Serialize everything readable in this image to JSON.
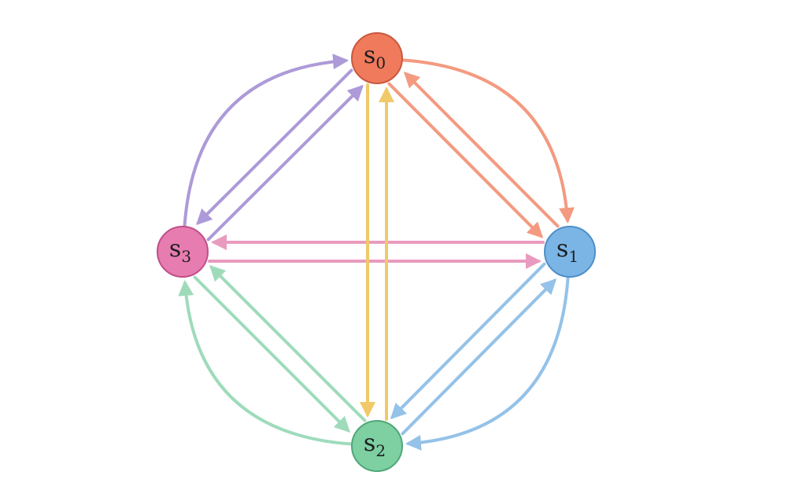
{
  "nodes": [
    {
      "id": "s0",
      "name": "s",
      "sub": "0",
      "fill": "#f07a5c",
      "stroke": "#c9583e"
    },
    {
      "id": "s1",
      "name": "s",
      "sub": "1",
      "fill": "#7ab5e6",
      "stroke": "#4f8fc8"
    },
    {
      "id": "s2",
      "name": "s",
      "sub": "2",
      "fill": "#7ecfa2",
      "stroke": "#4fa878"
    },
    {
      "id": "s3",
      "name": "s",
      "sub": "3",
      "fill": "#e77cb0",
      "stroke": "#bf4f88"
    }
  ],
  "edges": [
    {
      "from": "s0",
      "to": "s1",
      "kind": "curve",
      "color": "#f39a80"
    },
    {
      "from": "s0",
      "to": "s1",
      "kind": "straight",
      "color": "#f39a80"
    },
    {
      "from": "s1",
      "to": "s0",
      "kind": "straight",
      "color": "#f39a80"
    },
    {
      "from": "s1",
      "to": "s3",
      "kind": "straight",
      "color": "#e99bbf"
    },
    {
      "from": "s3",
      "to": "s1",
      "kind": "straight",
      "color": "#e99bbf"
    },
    {
      "from": "s1",
      "to": "s2",
      "kind": "curve",
      "color": "#94c2e8"
    },
    {
      "from": "s1",
      "to": "s2",
      "kind": "straight",
      "color": "#94c2e8"
    },
    {
      "from": "s2",
      "to": "s1",
      "kind": "straight",
      "color": "#94c2e8"
    },
    {
      "from": "s2",
      "to": "s3",
      "kind": "curve",
      "color": "#9fdbbb"
    },
    {
      "from": "s2",
      "to": "s3",
      "kind": "straight",
      "color": "#9fdbbb"
    },
    {
      "from": "s3",
      "to": "s2",
      "kind": "straight",
      "color": "#9fdbbb"
    },
    {
      "from": "s3",
      "to": "s0",
      "kind": "curve",
      "color": "#ad9ad8"
    },
    {
      "from": "s3",
      "to": "s0",
      "kind": "straight",
      "color": "#ad9ad8"
    },
    {
      "from": "s0",
      "to": "s3",
      "kind": "straight",
      "color": "#ad9ad8"
    },
    {
      "from": "s0",
      "to": "s2",
      "kind": "straight",
      "color": "#f0c96a"
    },
    {
      "from": "s2",
      "to": "s0",
      "kind": "straight",
      "color": "#f0c96a"
    }
  ]
}
